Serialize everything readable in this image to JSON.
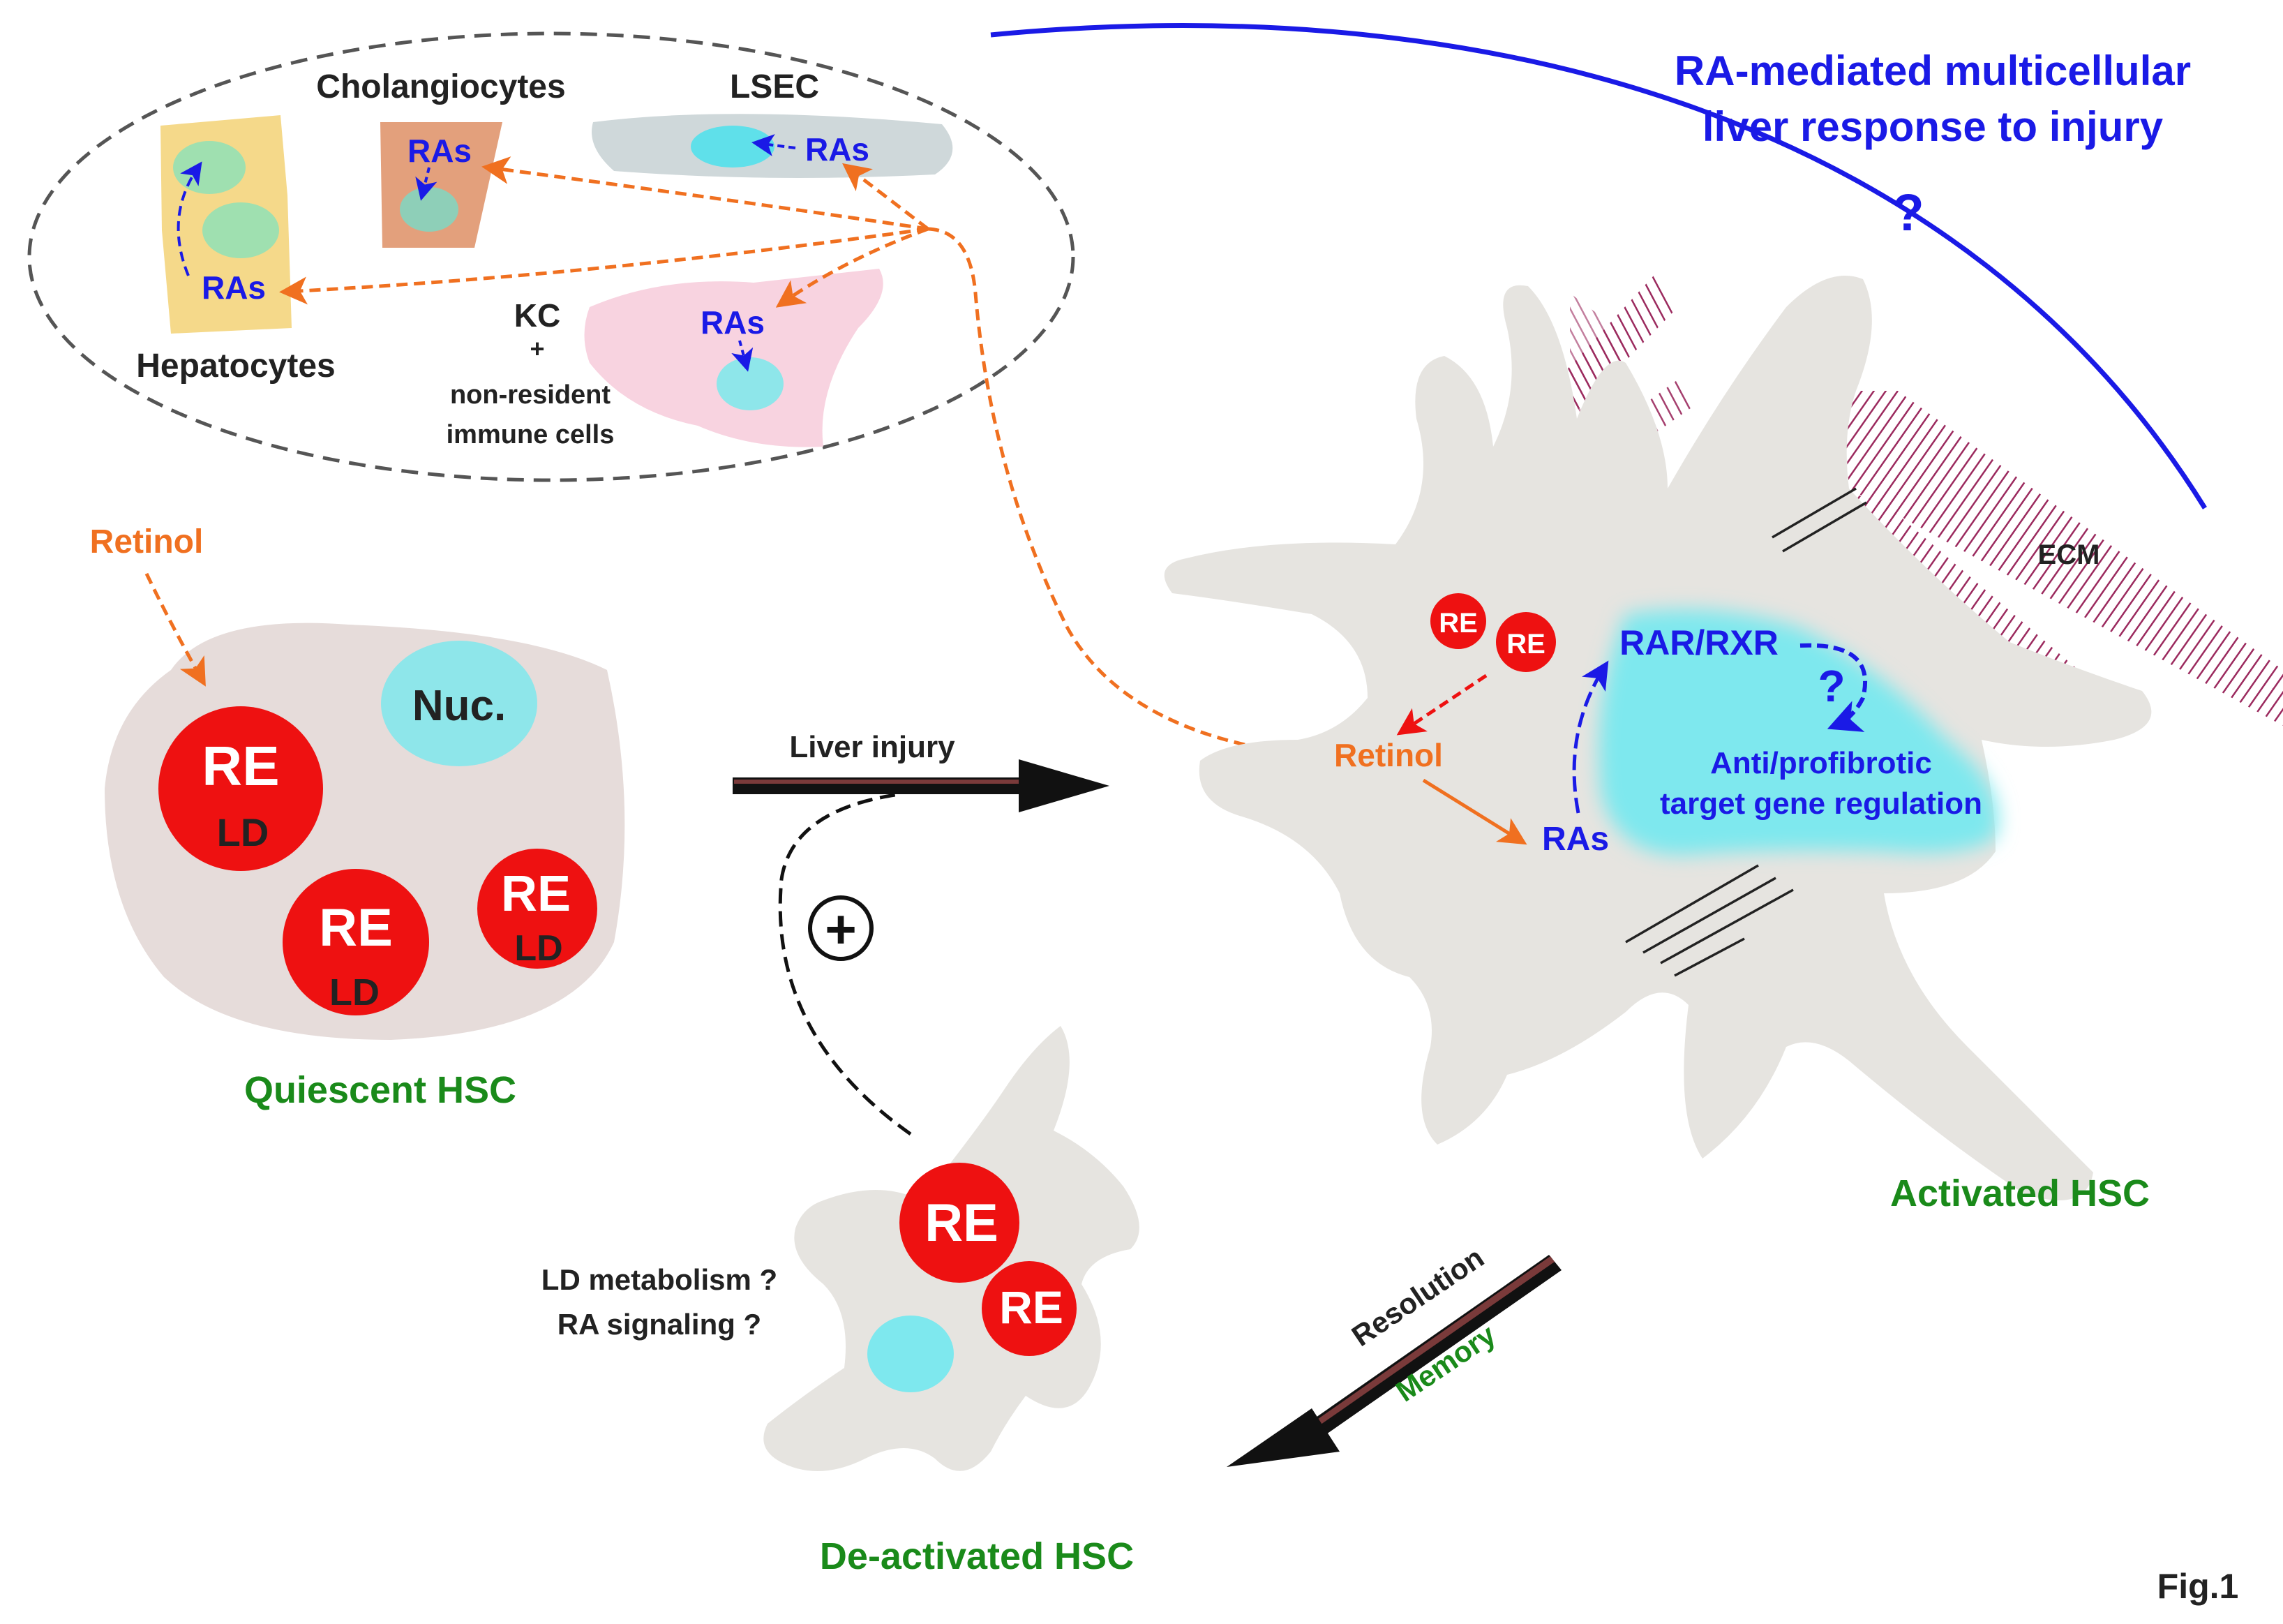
{
  "top_title": {
    "line1": "RA-mediated multicellular",
    "line2": "liver response to injury",
    "question": "?"
  },
  "inset": {
    "cholangiocytes": "Cholangiocytes",
    "lsec": "LSEC",
    "hepatocytes": "Hepatocytes",
    "kc": "KC",
    "plus": "+",
    "nonresident_line1": "non-resident",
    "nonresident_line2": "immune cells",
    "ras_label": "RAs"
  },
  "quiescent": {
    "retinol": "Retinol",
    "nucleus": "Nuc.",
    "re": "RE",
    "ld": "LD",
    "caption": "Quiescent HSC"
  },
  "transition": {
    "liver_injury": "Liver injury",
    "plus_symbol": "+",
    "resolution": "Resolution",
    "memory": "Memory"
  },
  "activated": {
    "re": "RE",
    "retinol": "Retinol",
    "ras": "RAs",
    "rar_rxr": "RAR/RXR",
    "question": "?",
    "target_line1": "Anti/profibrotic",
    "target_line2": "target gene regulation",
    "ecm": "ECM",
    "caption": "Activated HSC"
  },
  "deactivated": {
    "q1": "LD metabolism ?",
    "q2": "RA signaling ?",
    "re": "RE",
    "caption": "De-activated HSC"
  },
  "figure_label": "Fig.1",
  "colors": {
    "blue": "#1a1ae6",
    "orange": "#f07020",
    "red": "#ee1111",
    "green": "#1a8a1a",
    "cyan": "#8ee6ea",
    "cell_gray": "#e6e4e0",
    "ecm_purple": "#9b2a5e"
  }
}
